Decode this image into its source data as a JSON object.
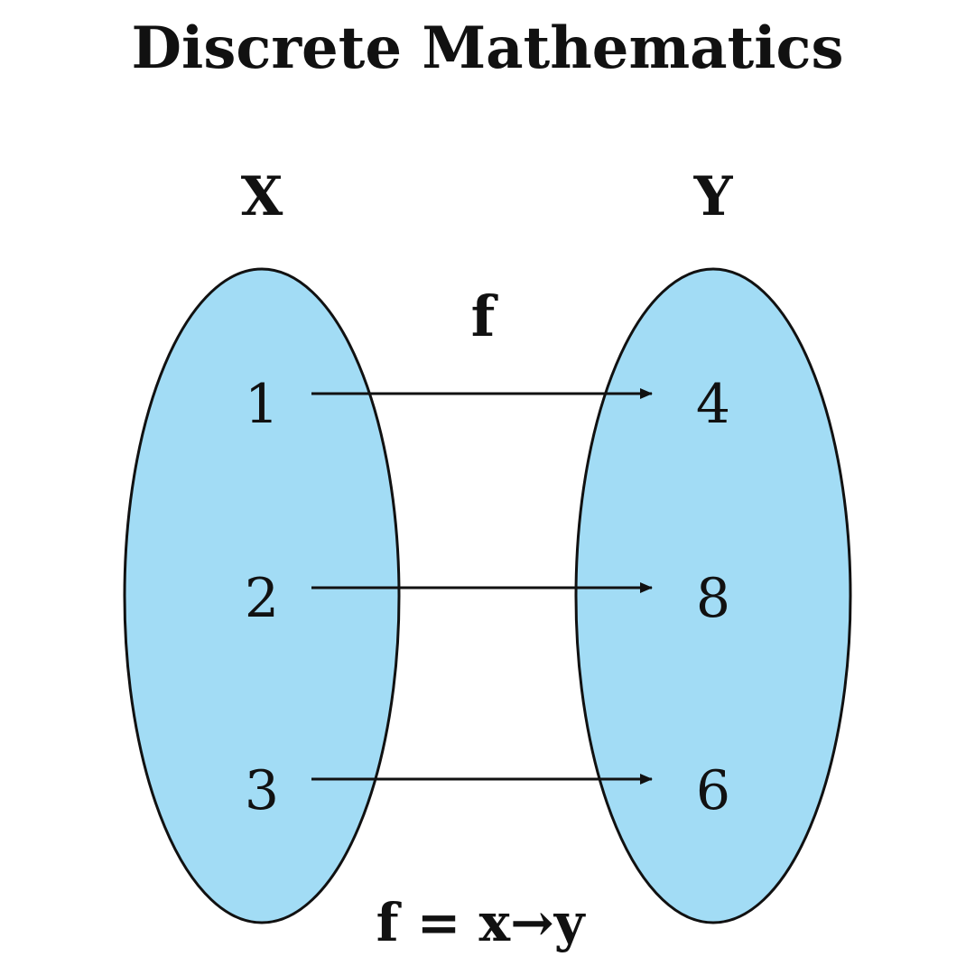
{
  "title": "Discrete Mathematics",
  "sets": {
    "domain": {
      "label": "X",
      "elements": [
        "1",
        "2",
        "3"
      ]
    },
    "codomain": {
      "label": "Y",
      "elements": [
        "4",
        "8",
        "6"
      ]
    }
  },
  "function_label": "f",
  "formula": "f = x→y",
  "mappings": [
    {
      "from": "1",
      "to": "4"
    },
    {
      "from": "2",
      "to": "8"
    },
    {
      "from": "3",
      "to": "6"
    }
  ],
  "colors": {
    "set_fill": "#a2dcf5",
    "stroke": "#111111",
    "background": "#ffffff"
  }
}
